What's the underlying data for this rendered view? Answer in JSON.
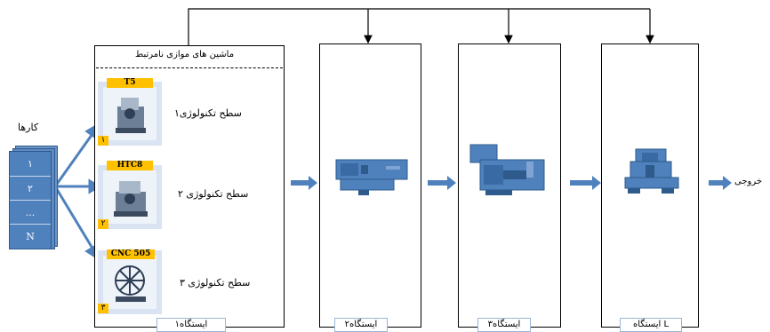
{
  "jobs": {
    "title": "کارها",
    "items": [
      "۱",
      "۲",
      "...",
      "N"
    ]
  },
  "station1": {
    "header": "ماشین های موازی نامرتبط",
    "label": "ایستگاه۱",
    "machines": [
      {
        "code": "T5",
        "level": "سطح تکنولوژی۱",
        "number": "۱"
      },
      {
        "code": "HTC8",
        "level": "سطح تکنولوژی ۲",
        "number": "۲"
      },
      {
        "code": "CNC 505",
        "level": "سطح تکنولوژی ۳",
        "number": "۳"
      }
    ]
  },
  "stations": [
    {
      "label": "ایستگاه۲"
    },
    {
      "label": "ایستگاه۳"
    },
    {
      "label": "ایستگاه L"
    }
  ],
  "output": {
    "label": "خروجی"
  },
  "colors": {
    "arrow": "#4f81bd",
    "machine_icon": "#4f81bd",
    "badge": "#ffc000"
  }
}
